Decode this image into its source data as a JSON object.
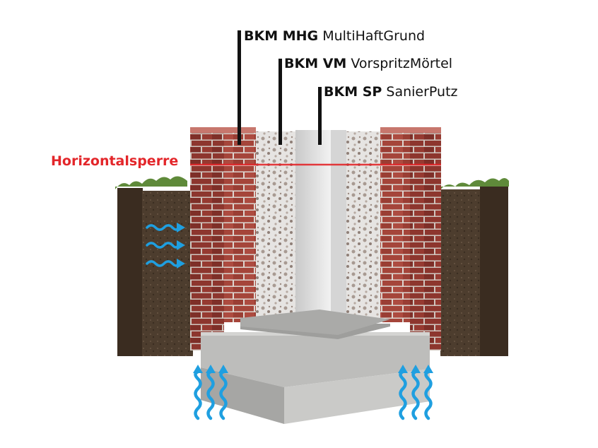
{
  "labels": [
    {
      "code": "BKM MHG",
      "name": "MultiHaftGrund"
    },
    {
      "code": "BKM VM",
      "name": "VorspritzMörtel"
    },
    {
      "code": "BKM SP",
      "name": "SanierPutz"
    }
  ],
  "barrier_label": "Horizontalsperre",
  "colors": {
    "barrier": "#e3262a",
    "moisture": "#1f9fe0",
    "brick": "#a5453a",
    "soil": "#4a3a2c",
    "concrete": "#b5b5b3",
    "plaster": "#dcdcdc"
  }
}
